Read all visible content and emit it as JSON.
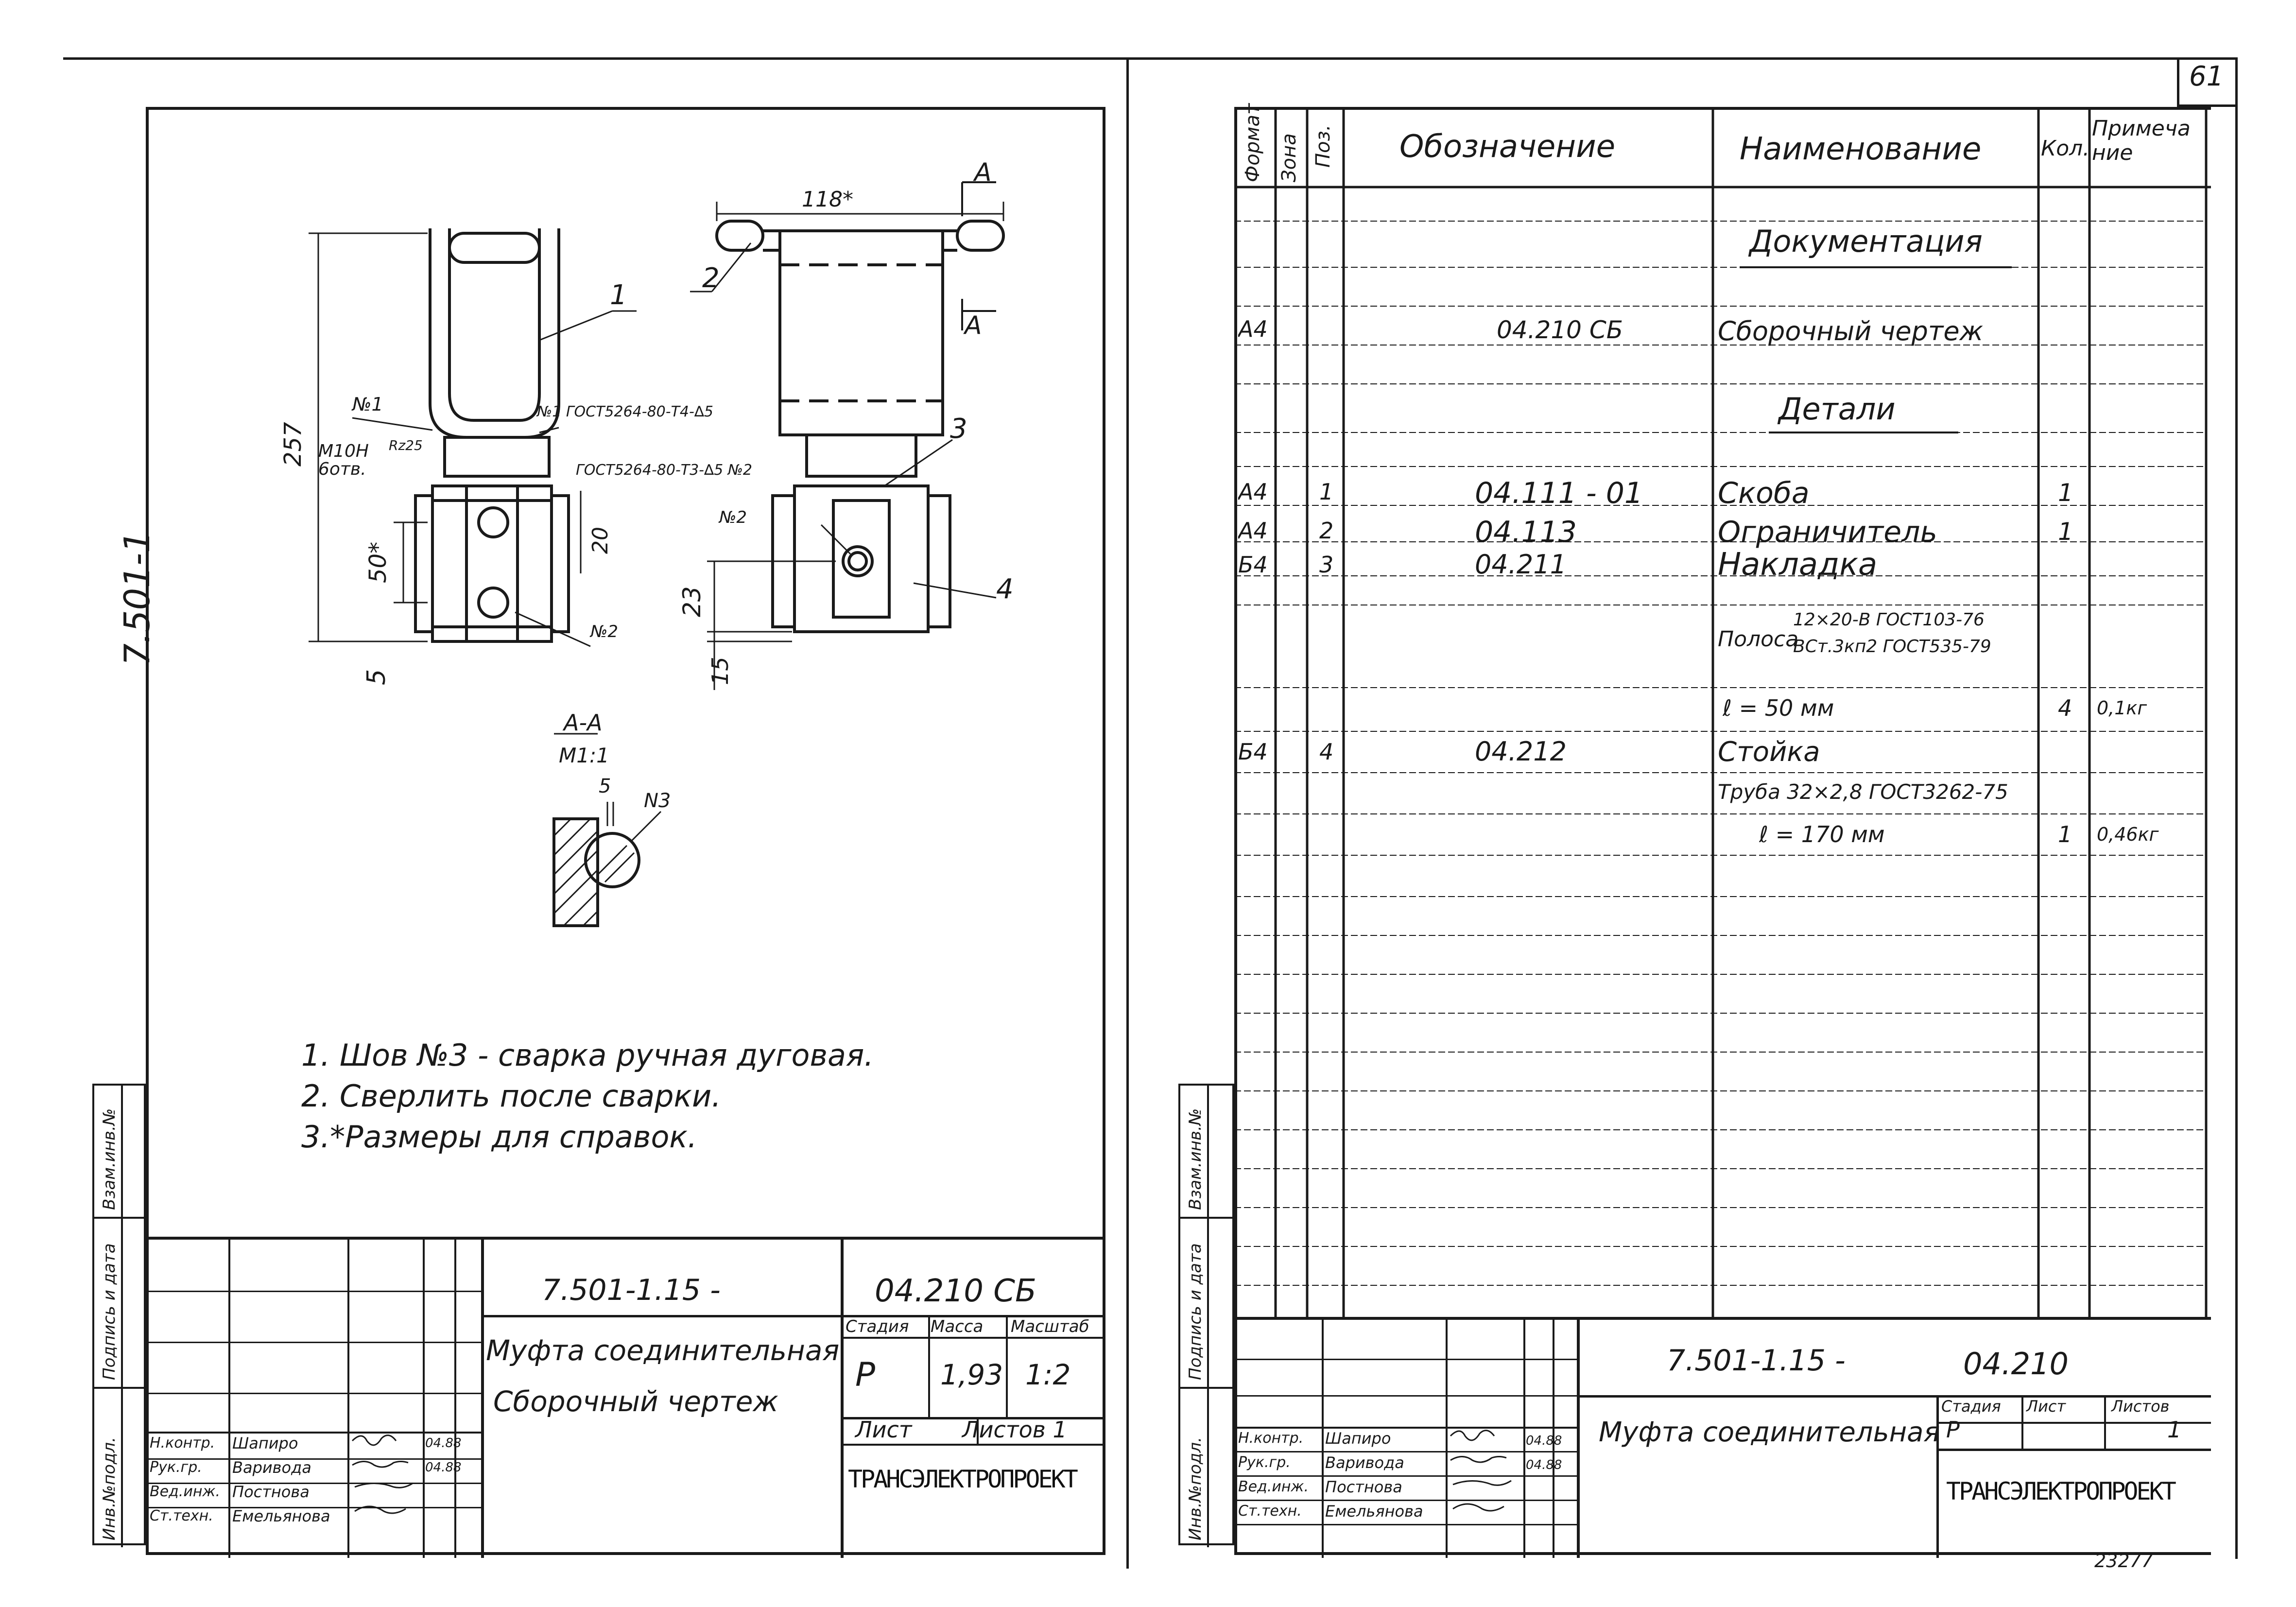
{
  "left_sheet": {
    "side_code": "7.501-1",
    "notes": [
      "1. Шов №3 - сварка ручная дуговая.",
      "2. Сверлить после сварки.",
      "3.*Размеры для справок."
    ],
    "dims": {
      "d118": "118*",
      "d257": "257",
      "d50": "50*",
      "d20": "20",
      "d5": "5",
      "d23": "23",
      "d15": "15",
      "section_5": "5"
    },
    "callouts": {
      "c1": "1",
      "c2": "2",
      "c3": "3",
      "c4": "4",
      "cutA_top": "A",
      "cutA_bot": "A",
      "weld1": "№1",
      "weld1_gost": "№1 ГОСТ5264-80-Т4-∆5",
      "thread": "М10Н",
      "holes": "6отв.",
      "rough": "Rz25",
      "weld2_gost": "ГОСТ5264-80-Т3-∆5 №2",
      "weld2a": "№2",
      "weld2b": "№2",
      "section_title": "А-А",
      "section_scale": "М1:1",
      "weld3": "N3"
    },
    "stamp": {
      "code": "7.501-1.15 -",
      "doc": "04.210 СБ",
      "name1": "Муфта соединительная",
      "name2": "Сборочный чертеж",
      "h_stage": "Стадия",
      "h_mass": "Масса",
      "h_scale": "Масштаб",
      "stage": "Р",
      "mass": "1,93",
      "scale": "1:2",
      "sheet": "Лист",
      "sheets": "Листов 1",
      "org": "ТРАНСЭЛЕКТРОПРОЕКТ",
      "roles": [
        "Н.контр.",
        "Рук.гр.",
        "Вед.инж.",
        "Ст.техн."
      ],
      "names": [
        "Шапиро",
        "Варивода",
        "Постнова",
        "Емельянова"
      ],
      "dates": [
        "04.88",
        "04.88",
        "",
        ""
      ]
    },
    "side_labels": [
      "Инв.№подл.",
      "Подпись и дата",
      "Взам.инв.№"
    ]
  },
  "right_sheet": {
    "page_number": "61",
    "headers": {
      "format": "Формат",
      "zone": "Зона",
      "pos": "Поз.",
      "designation": "Обозначение",
      "name": "Наименование",
      "qty": "Кол.",
      "note": "Примечание"
    },
    "rows": [
      {
        "format": "",
        "pos": "",
        "designation": "",
        "name": "Документация",
        "qty": "",
        "note": "",
        "section": true
      },
      {
        "format": "А4",
        "pos": "",
        "designation": "04.210 СБ",
        "name": "Сборочный чертеж",
        "qty": "",
        "note": ""
      },
      {
        "format": "",
        "pos": "",
        "designation": "",
        "name": "Детали",
        "qty": "",
        "note": "",
        "section": true
      },
      {
        "format": "А4",
        "pos": "1",
        "designation": "04.111 - 01",
        "name": "Скоба",
        "qty": "1",
        "note": ""
      },
      {
        "format": "А4",
        "pos": "2",
        "designation": "04.113",
        "name": "Ограничитель",
        "qty": "1",
        "note": ""
      },
      {
        "format": "Б4",
        "pos": "3",
        "designation": "04.211",
        "name": "Накладка",
        "qty": "",
        "note": ""
      },
      {
        "format": "",
        "pos": "",
        "designation": "",
        "name": "Полоса",
        "sub1": "12×20-В ГОСТ103-76",
        "sub2": "ВСт.3кп2 ГОСТ535-79",
        "qty": "",
        "note": ""
      },
      {
        "format": "",
        "pos": "",
        "designation": "",
        "name": "ℓ = 50 мм",
        "qty": "4",
        "note": "0,1кг"
      },
      {
        "format": "Б4",
        "pos": "4",
        "designation": "04.212",
        "name": "Стойка",
        "qty": "",
        "note": ""
      },
      {
        "format": "",
        "pos": "",
        "designation": "",
        "name": "Труба 32×2,8 ГОСТ3262-75",
        "qty": "",
        "note": ""
      },
      {
        "format": "",
        "pos": "",
        "designation": "",
        "name": "ℓ = 170 мм",
        "qty": "1",
        "note": "0,46кг"
      }
    ],
    "stamp": {
      "code": "7.501-1.15 -",
      "doc": "04.210",
      "name": "Муфта соединительная",
      "h_stage": "Стадия",
      "h_sheet": "Лист",
      "h_sheets": "Листов",
      "stage": "Р",
      "sheets": "1",
      "org": "ТРАНСЭЛЕКТРОПРОЕКТ",
      "roles": [
        "Н.контр.",
        "Рук.гр.",
        "Вед.инж.",
        "Ст.техн."
      ],
      "names": [
        "Шапиро",
        "Варивода",
        "Постнова",
        "Емельянова"
      ],
      "dates": [
        "04.88",
        "04.88",
        "",
        ""
      ]
    },
    "archive_no": "23277",
    "side_labels": [
      "Инв.№подл.",
      "Подпись и дата",
      "Взам.инв.№"
    ]
  }
}
